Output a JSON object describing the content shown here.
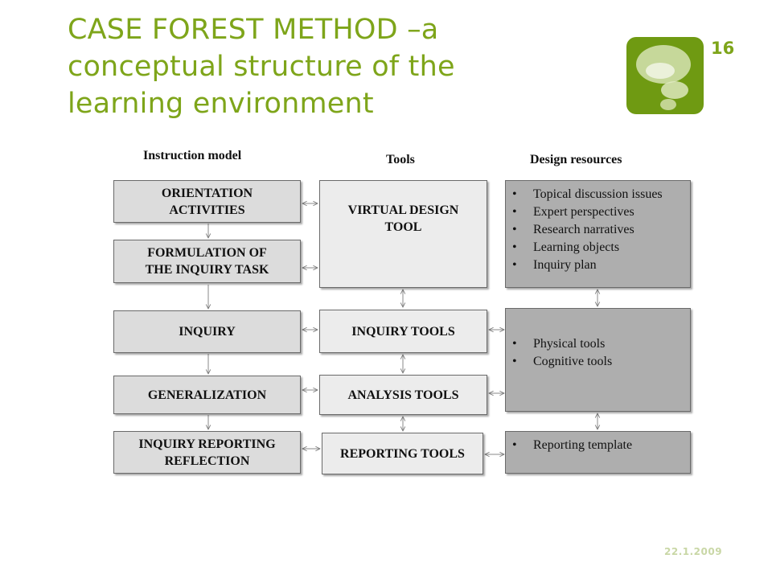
{
  "slide": {
    "title_lines": [
      "CASE FOREST METHOD –a",
      "conceptual structure of the",
      "learning environment"
    ],
    "number": "16",
    "date": "22.1.2009",
    "logo_icon": "speech-bubbles-icon",
    "accent_color": "#7ea51a"
  },
  "diagram": {
    "column_headers": {
      "instruction": "Instruction model",
      "tools": "Tools",
      "resources": "Design resources"
    },
    "instruction_steps": [
      {
        "lines": [
          "ORIENTATION",
          "ACTIVITIES"
        ]
      },
      {
        "lines": [
          "FORMULATION OF",
          "THE INQUIRY TASK"
        ]
      },
      {
        "lines": [
          "INQUIRY"
        ]
      },
      {
        "lines": [
          "GENERALIZATION"
        ]
      },
      {
        "lines": [
          "INQUIRY REPORTING",
          "REFLECTION"
        ]
      }
    ],
    "tools": [
      {
        "lines": [
          "VIRTUAL DESIGN",
          "TOOL"
        ]
      },
      {
        "lines": [
          "INQUIRY TOOLS"
        ]
      },
      {
        "lines": [
          "ANALYSIS TOOLS"
        ]
      },
      {
        "lines": [
          "REPORTING TOOLS"
        ]
      }
    ],
    "resources": [
      {
        "items": [
          "Topical discussion issues",
          "Expert perspectives",
          "Research narratives",
          "Learning objects",
          "Inquiry plan"
        ]
      },
      {
        "items": [
          "Physical tools",
          "Cognitive tools"
        ]
      },
      {
        "items": [
          "Reporting template"
        ]
      }
    ]
  }
}
